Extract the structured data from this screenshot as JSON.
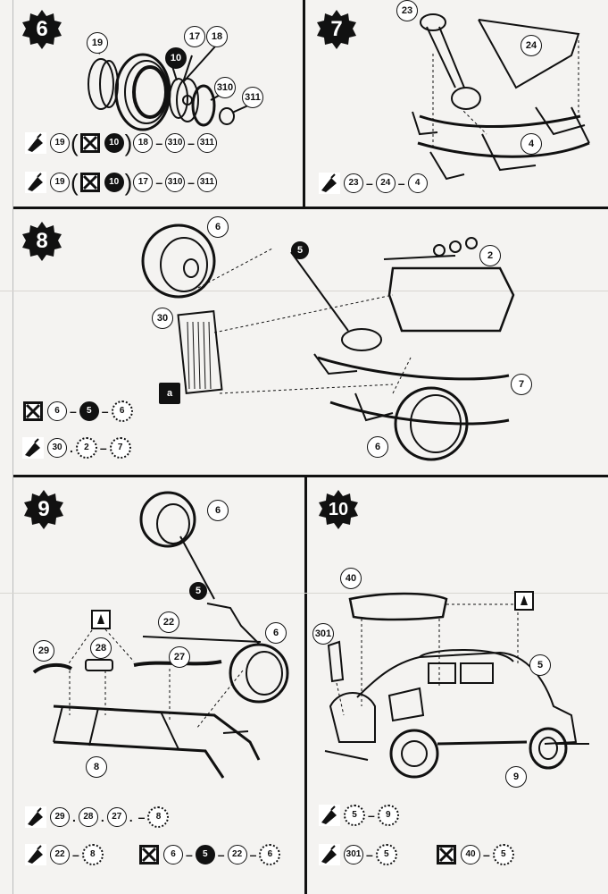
{
  "steps": [
    {
      "number": "6",
      "callouts": [
        "19",
        "17",
        "18",
        "10",
        "310",
        "311"
      ],
      "sequences": [
        [
          "19",
          "(",
          "X",
          "10",
          ")",
          "18",
          "310",
          "311"
        ],
        [
          "19",
          "(",
          "X",
          "10",
          ")",
          "17",
          "310",
          "311"
        ]
      ]
    },
    {
      "number": "7",
      "callouts": [
        "23",
        "24",
        "4"
      ],
      "sequences": [
        [
          "23",
          "24",
          "4"
        ]
      ]
    },
    {
      "number": "8",
      "callouts": [
        "6",
        "5",
        "2",
        "30",
        "a",
        "7",
        "6"
      ],
      "sequences": [
        [
          "X",
          "6",
          "5",
          "6"
        ],
        [
          "30",
          ".",
          "2",
          "7"
        ]
      ]
    },
    {
      "number": "9",
      "callouts": [
        "6",
        "5",
        "22",
        "6",
        "29",
        "28",
        "27",
        "8"
      ],
      "sequences": [
        [
          "29",
          ".",
          "28",
          ".",
          "27",
          ".",
          "8"
        ],
        [
          "22",
          "8"
        ],
        [
          "X",
          "6",
          "5",
          "22",
          "6"
        ]
      ]
    },
    {
      "number": "10",
      "callouts": [
        "40",
        "301",
        "5",
        "9"
      ],
      "sequences": [
        [
          "5",
          "9"
        ],
        [
          "301",
          "5"
        ],
        [
          "X",
          "40",
          "5"
        ]
      ]
    }
  ],
  "icons": {
    "glue": "glue-tube-icon",
    "dont_glue": "crossed-box-icon",
    "paint": "paint-icon"
  }
}
